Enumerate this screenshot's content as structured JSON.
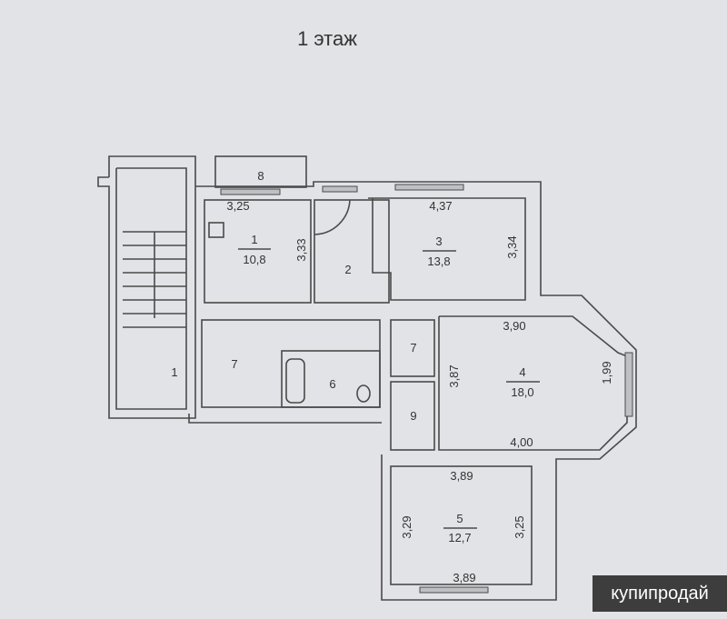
{
  "title": "1 этаж",
  "rooms": {
    "r1": {
      "number": "1",
      "area": "10,8",
      "dims": [
        "3,25",
        "3,33"
      ]
    },
    "r2": {
      "number": "2"
    },
    "r3": {
      "number": "3",
      "area": "13,8",
      "dims": [
        "4,37",
        "3,34"
      ]
    },
    "r4": {
      "number": "4",
      "area": "18,0",
      "dims": [
        "3,90",
        "3,87",
        "1,99",
        "4,00"
      ]
    },
    "r5": {
      "number": "5",
      "area": "12,7",
      "dims": [
        "3,89",
        "3,29",
        "3,25",
        "3,89"
      ]
    },
    "r6": {
      "number": "6"
    },
    "r7a": {
      "number": "7"
    },
    "r7b": {
      "number": "7"
    },
    "r8": {
      "number": "8"
    },
    "r9": {
      "number": "9"
    },
    "entrance": {
      "number": "1"
    }
  },
  "watermark": "купипродай"
}
